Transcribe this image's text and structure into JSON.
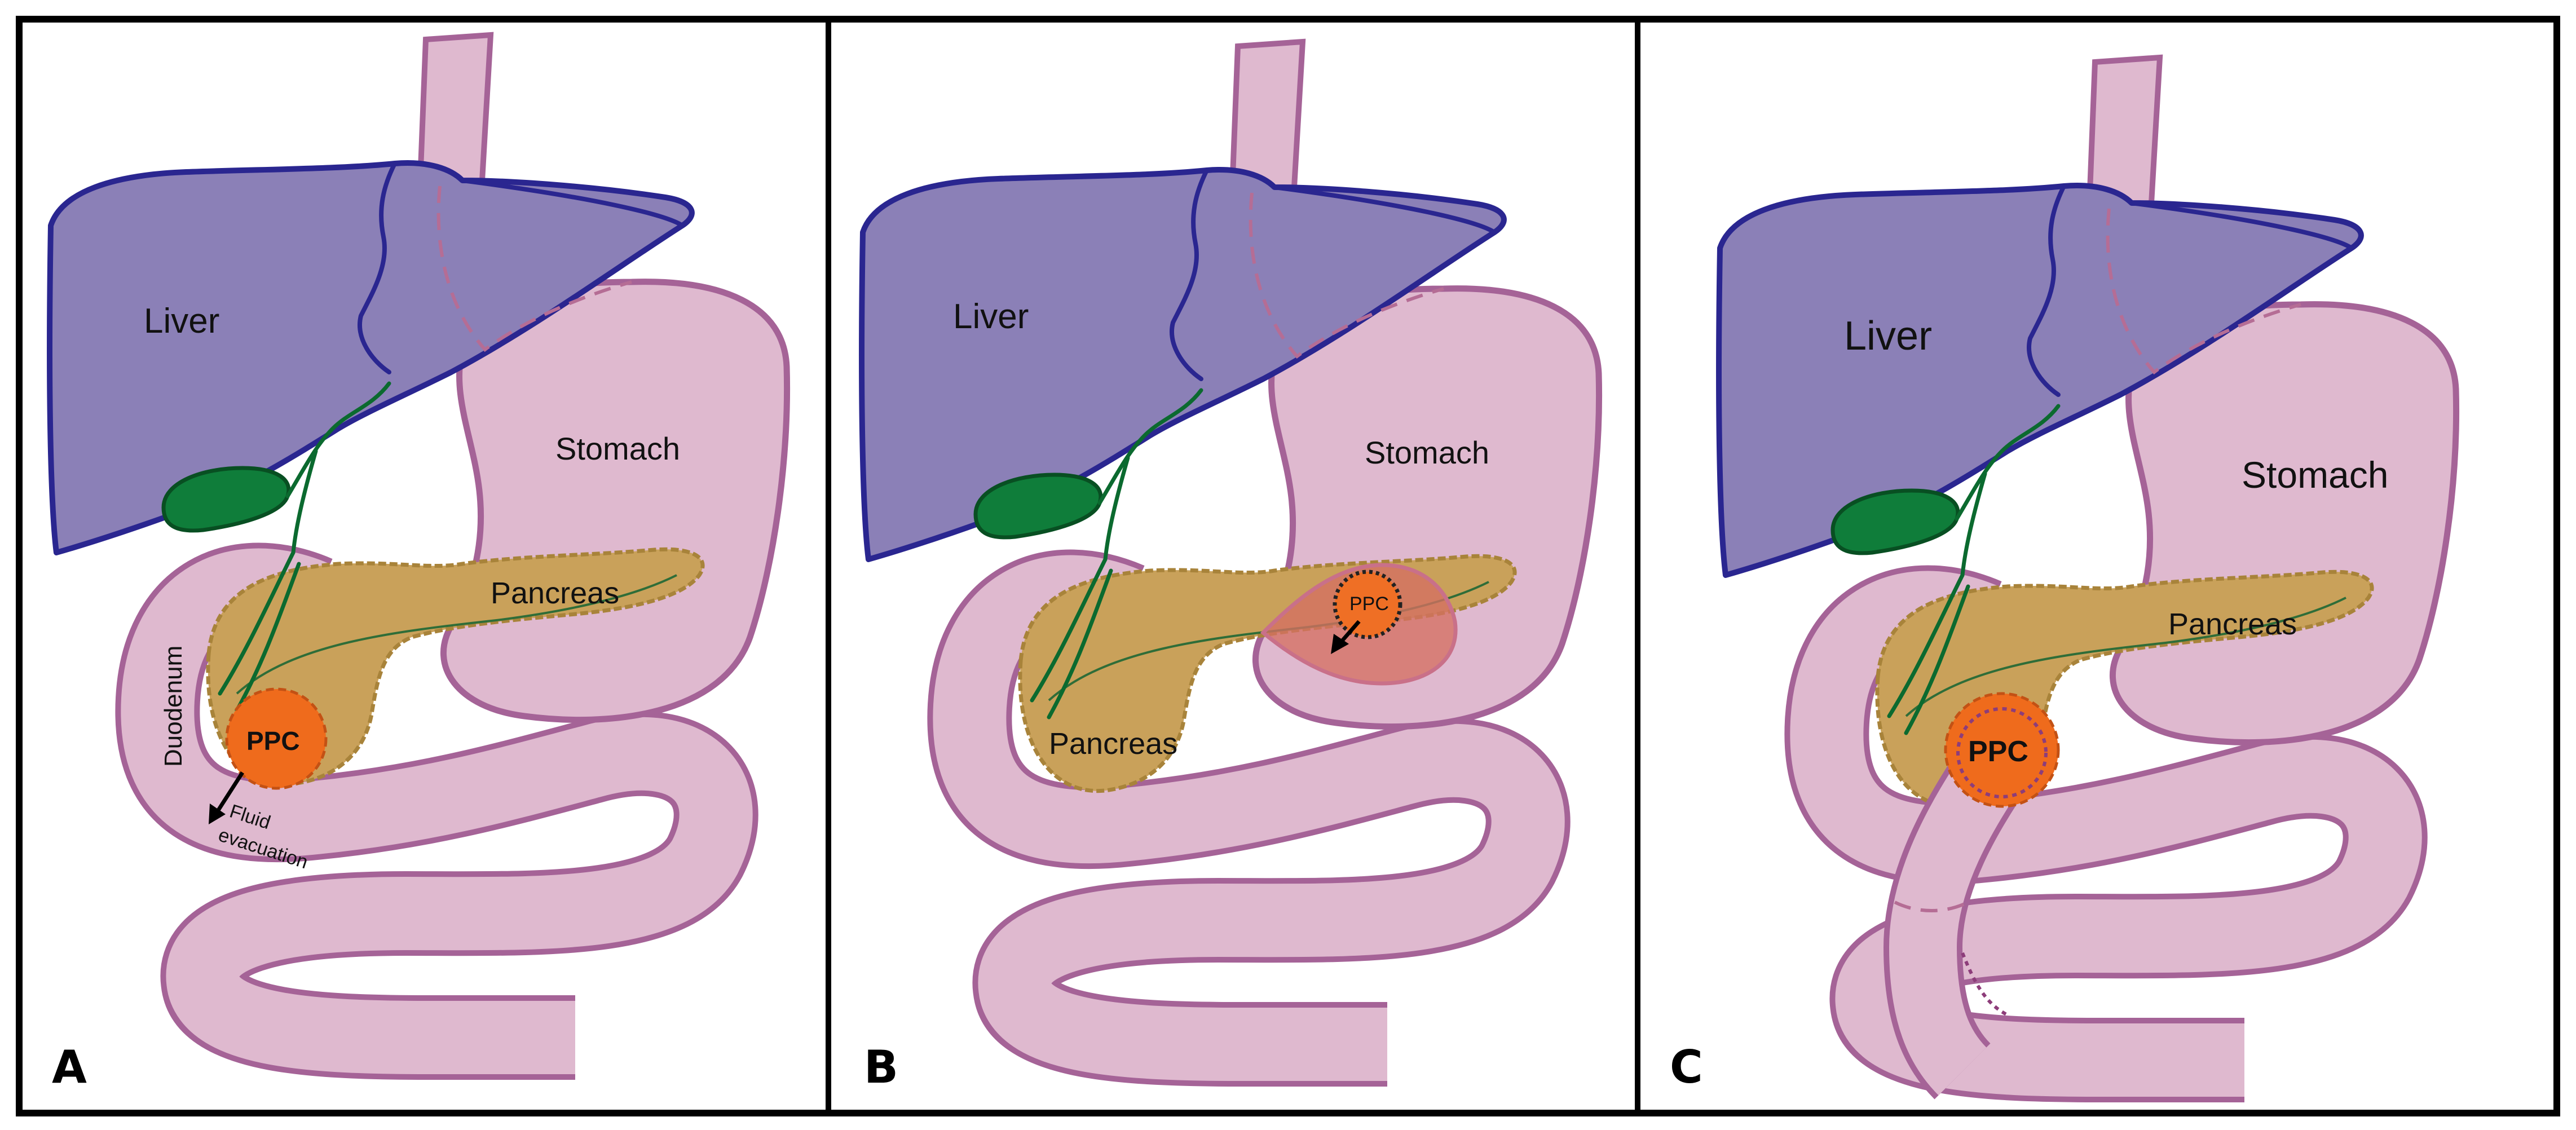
{
  "panels": [
    {
      "letter": "A",
      "labels": {
        "liver": "Liver",
        "stomach": "Stomach",
        "pancreas": "Pancreas",
        "duodenum": "Duodenum",
        "ppc": "PPC",
        "fluid": "Fluid",
        "evacuation": "evacuation"
      }
    },
    {
      "letter": "B",
      "labels": {
        "liver": "Liver",
        "stomach": "Stomach",
        "pancreas": "Pancreas",
        "ppc": "PPC"
      }
    },
    {
      "letter": "C",
      "labels": {
        "liver": "Liver",
        "stomach": "Stomach",
        "pancreas": "Pancreas",
        "ppc": "PPC"
      }
    }
  ],
  "colors": {
    "liver": "#8b80b7",
    "organ_pink": "#dfb9cf",
    "pancreas": "#c9a15a",
    "gallbladder": "#0f7d3a",
    "ppc": "#ef6b1c"
  }
}
